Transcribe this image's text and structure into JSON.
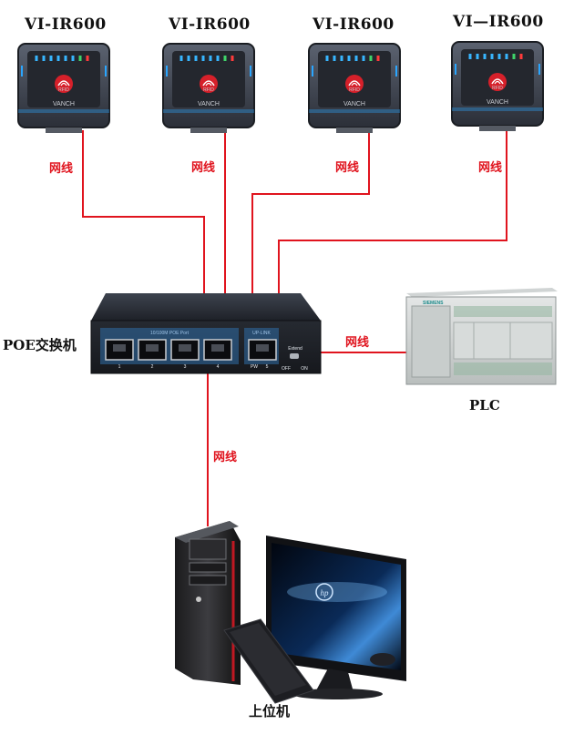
{
  "readers": [
    {
      "label": "VI-IR600",
      "logo_text": "VANCH"
    },
    {
      "label": "VI-IR600",
      "logo_text": "VANCH"
    },
    {
      "label": "VI-IR600",
      "logo_text": "VANCH"
    },
    {
      "label": "VI—IR600",
      "logo_text": "VANCH"
    }
  ],
  "rfid_text": "RFID",
  "cable_label": "网线",
  "switch": {
    "label": "POE交换机",
    "poe_port_caption": "10/100M POE Port",
    "uplink_caption": "UP-LINK",
    "extend_label": "Extend",
    "off_label": "OFF",
    "on_label": "ON",
    "port_numbers": [
      "1",
      "2",
      "3",
      "4",
      "PW",
      "5"
    ]
  },
  "plc": {
    "label": "PLC",
    "brand": "SIEMENS"
  },
  "computer": {
    "label": "上位机",
    "brand_mark": "hp"
  },
  "colors": {
    "cable": "#e0141e",
    "label": "#111111"
  }
}
